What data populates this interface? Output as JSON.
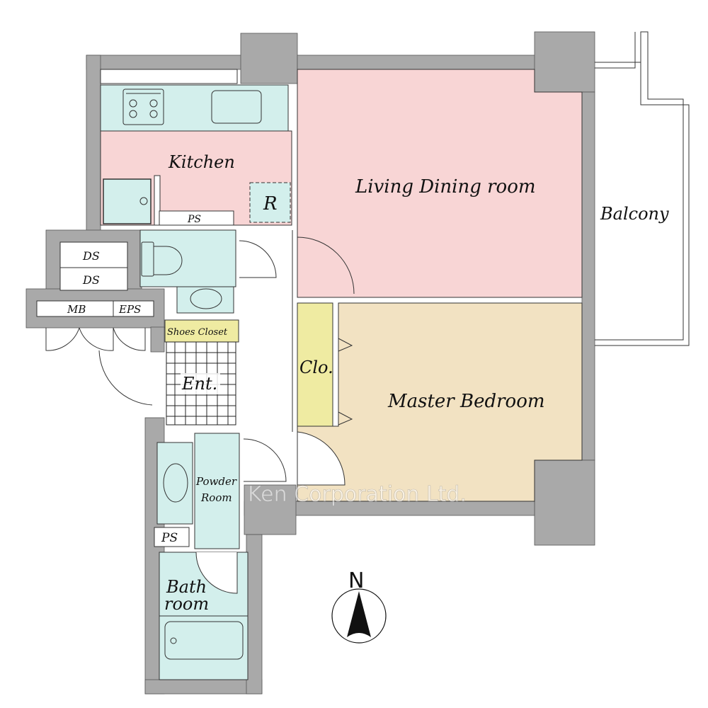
{
  "colors": {
    "wall": "#a9a9a9",
    "living": "#f8d5d5",
    "wet": "#d3efec",
    "bedroom": "#f2e2c2",
    "closet": "#efeba2"
  },
  "rooms": {
    "kitchen": "Kitchen",
    "fridge": "R",
    "ps_kitchen": "PS",
    "living": "Living Dining room",
    "balcony": "Balcony",
    "ds1": "DS",
    "ds2": "DS",
    "mb": "MB",
    "eps": "EPS",
    "shoes": "Shoes Closet",
    "entrance": "Ent.",
    "closet": "Clo.",
    "bedroom": "Master Bedroom",
    "powder1": "Powder",
    "powder2": "Room",
    "ps_bath": "PS",
    "bath1": "Bath",
    "bath2": "room"
  },
  "watermark": "Ken Corporation Ltd.",
  "compass": {
    "label": "N",
    "icon": "north-arrow-icon"
  }
}
